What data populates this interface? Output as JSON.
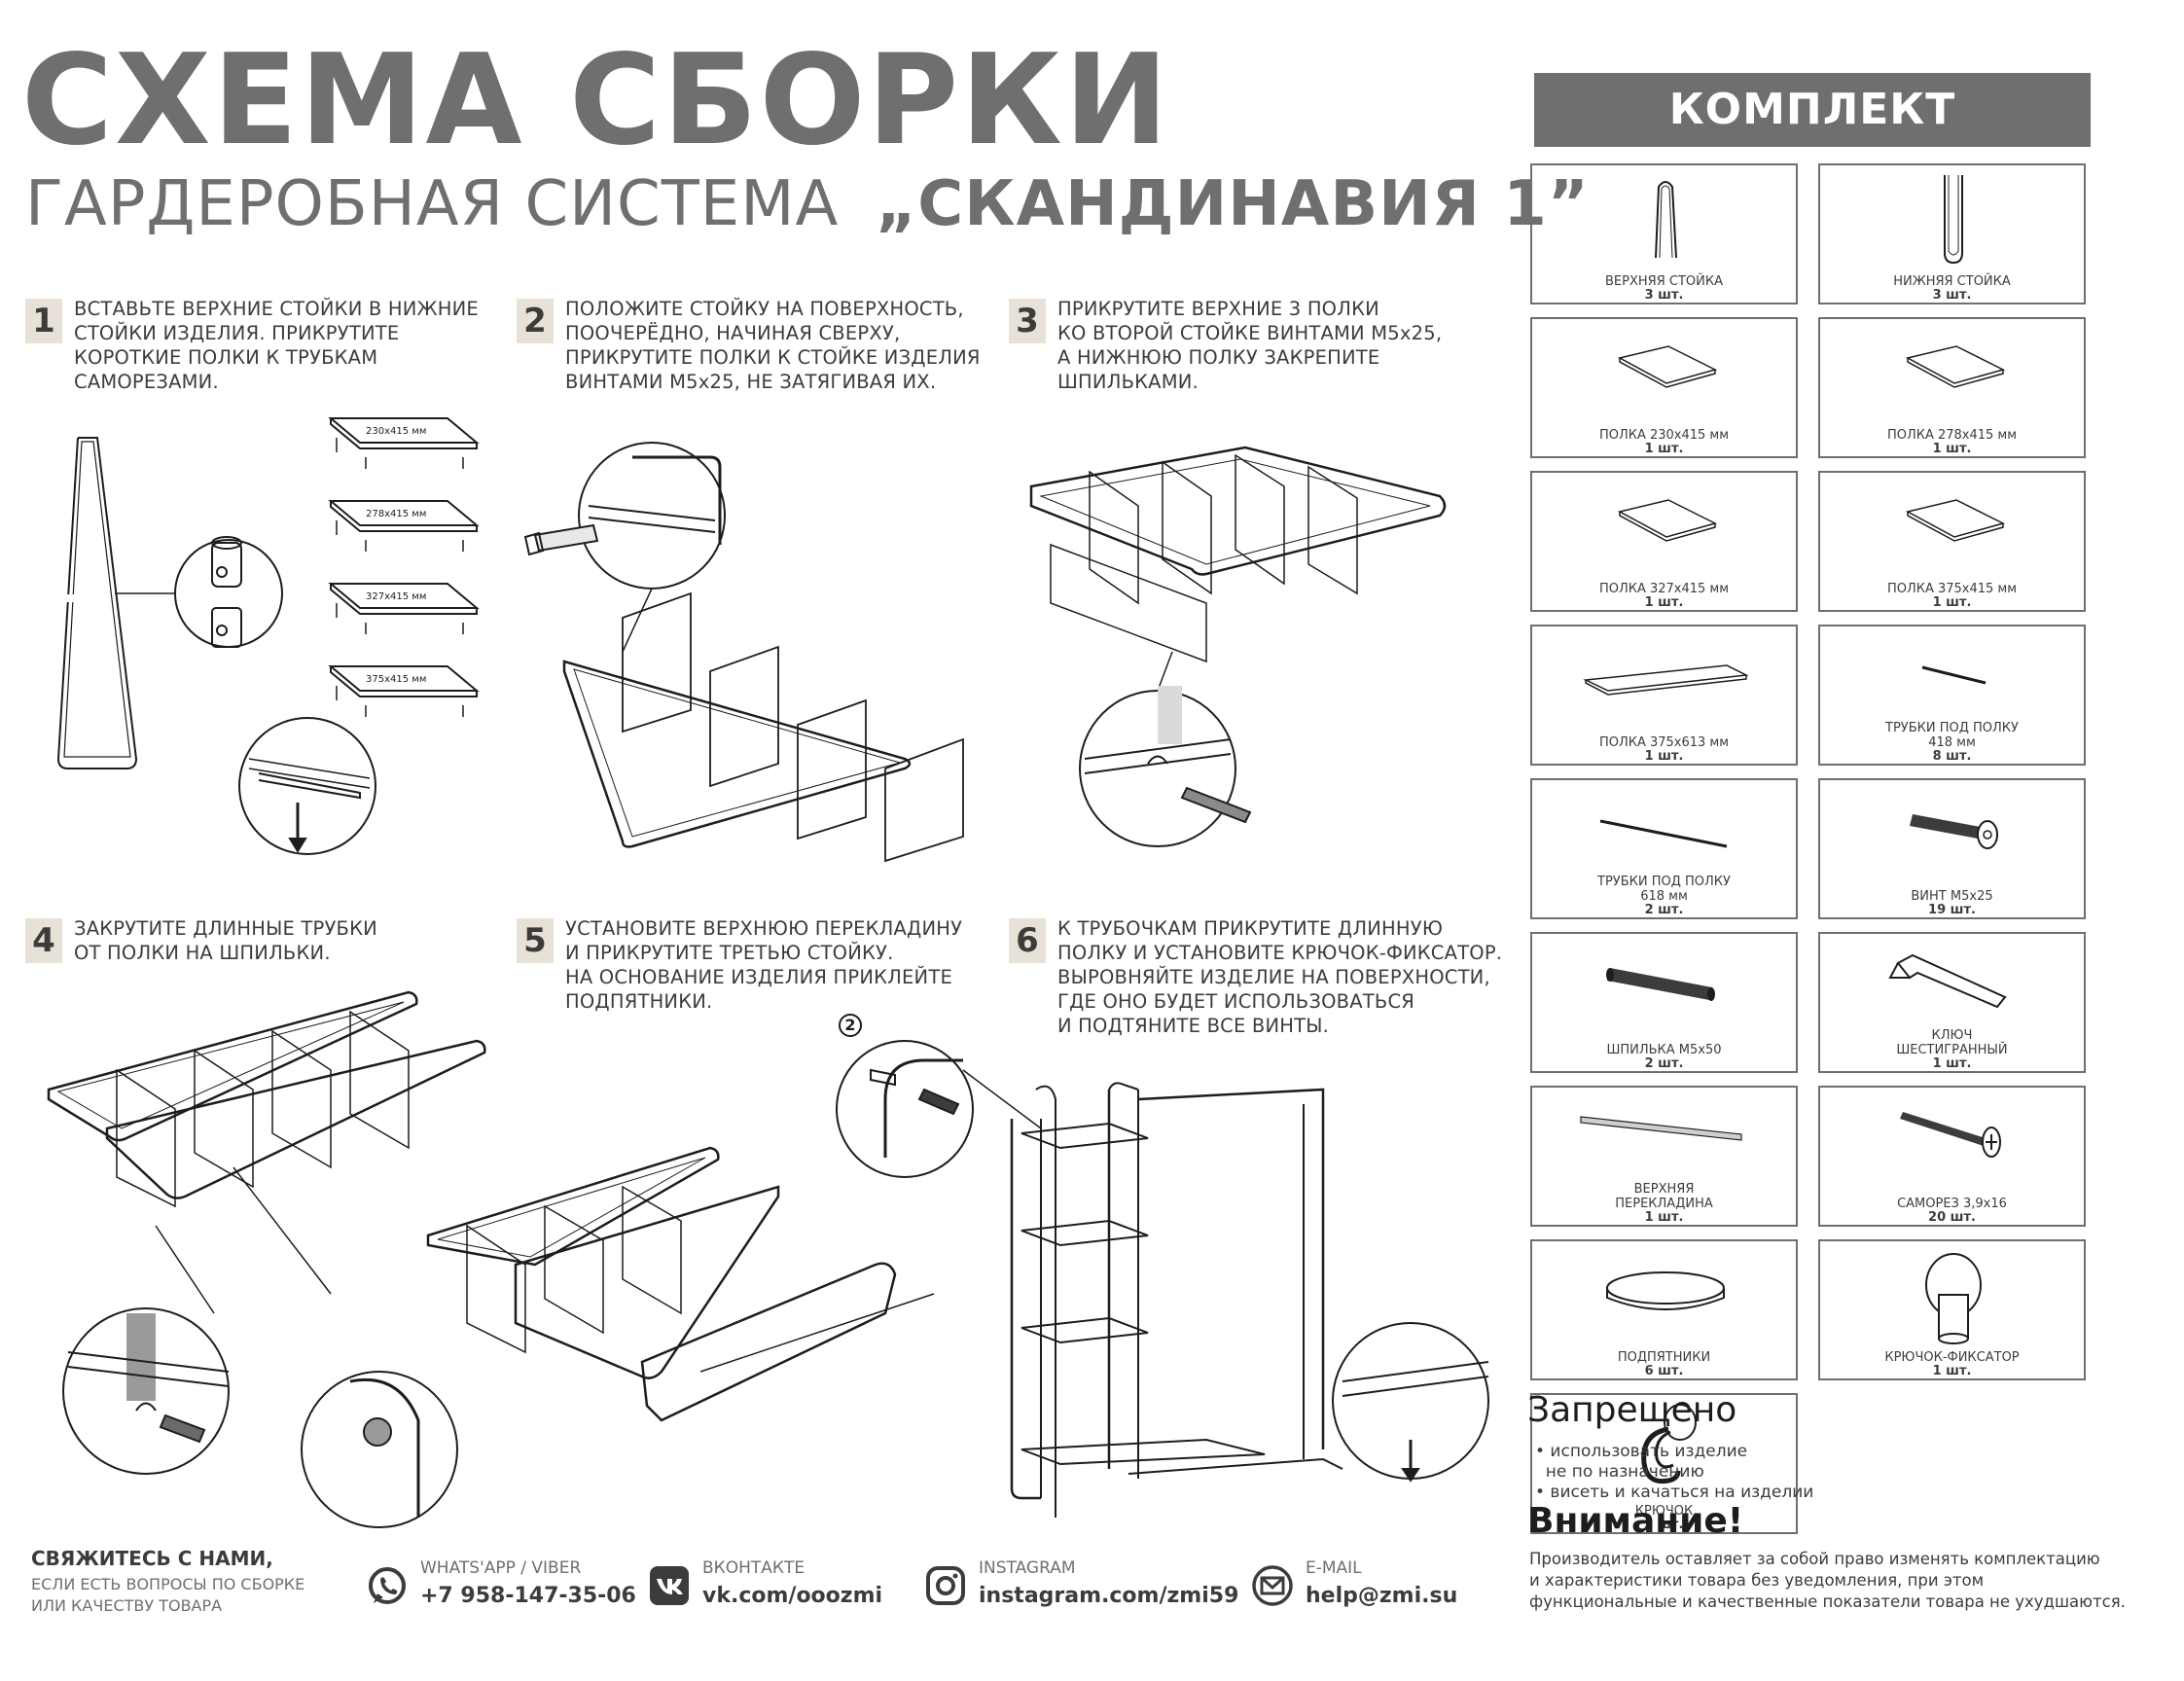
{
  "header": {
    "title": "СХЕМА СБОРКИ",
    "subtitle": "ГАРДЕРОБНАЯ СИСТЕМА",
    "product": "„СКАНДИНАВИЯ 1”"
  },
  "steps": [
    {
      "num": "1",
      "lines": [
        "ВСТАВЬТЕ ВЕРХНИЕ СТОЙКИ В НИЖНИЕ",
        "СТОЙКИ ИЗДЕЛИЯ. ПРИКРУТИТЕ",
        "КОРОТКИЕ ПОЛКИ К ТРУБКАМ",
        "САМОРЕЗАМИ."
      ]
    },
    {
      "num": "2",
      "lines": [
        "ПОЛОЖИТЕ СТОЙКУ НА ПОВЕРХНОСТЬ,",
        "ПООЧЕРЁДНО, НАЧИНАЯ СВЕРХУ,",
        "ПРИКРУТИТЕ ПОЛКИ К СТОЙКЕ ИЗДЕЛИЯ",
        "ВИНТАМИ М5х25, НЕ ЗАТЯГИВАЯ ИХ."
      ]
    },
    {
      "num": "3",
      "lines": [
        "ПРИКРУТИТЕ ВЕРХНИЕ 3 ПОЛКИ",
        "КО ВТОРОЙ СТОЙКЕ ВИНТАМИ М5х25,",
        "А НИЖНЮЮ ПОЛКУ ЗАКРЕПИТЕ",
        "ШПИЛЬКАМИ."
      ]
    },
    {
      "num": "4",
      "lines": [
        "ЗАКРУТИТЕ  ДЛИННЫЕ ТРУБКИ",
        "ОТ ПОЛКИ НА ШПИЛЬКИ."
      ]
    },
    {
      "num": "5",
      "lines": [
        "УСТАНОВИТЕ ВЕРХНЮЮ ПЕРЕКЛАДИНУ",
        "И ПРИКРУТИТЕ ТРЕТЬЮ СТОЙКУ.",
        "НА ОСНОВАНИЕ ИЗДЕЛИЯ ПРИКЛЕЙТЕ",
        "ПОДПЯТНИКИ."
      ]
    },
    {
      "num": "6",
      "lines": [
        "К ТРУБОЧКАМ ПРИКРУТИТЕ ДЛИННУЮ",
        "ПОЛКУ И УСТАНОВИТЕ КРЮЧОК-ФИКСАТОР.",
        "ВЫРОВНЯЙТЕ ИЗДЕЛИЕ НА ПОВЕРХНОСТИ,",
        "ГДЕ ОНО БУДЕТ ИСПОЛЬЗОВАТЬСЯ",
        "И ПОДТЯНИТЕ ВСЕ ВИНТЫ."
      ]
    }
  ],
  "diagram_labels": {
    "shelf1": "230х415 мм",
    "shelf2": "278х415 мм",
    "shelf3": "327х415 мм",
    "shelf4": "375х415 мм",
    "callout_num": "2"
  },
  "kit": {
    "title": "КОМПЛЕКТ ПОСТАВКИ",
    "items": [
      {
        "icon": "upper-post-icon",
        "label": [
          "ВЕРХНЯЯ СТОЙКА"
        ],
        "qty": "3 шт."
      },
      {
        "icon": "lower-post-icon",
        "label": [
          "НИЖНЯЯ СТОЙКА"
        ],
        "qty": "3 шт."
      },
      {
        "icon": "shelf-icon",
        "label": [
          "ПОЛКА 230х415 мм"
        ],
        "qty": "1 шт."
      },
      {
        "icon": "shelf-icon",
        "label": [
          "ПОЛКА 278х415 мм"
        ],
        "qty": "1 шт."
      },
      {
        "icon": "shelf-icon",
        "label": [
          "ПОЛКА 327х415 мм"
        ],
        "qty": "1 шт."
      },
      {
        "icon": "shelf-icon",
        "label": [
          "ПОЛКА 375х415 мм"
        ],
        "qty": "1 шт."
      },
      {
        "icon": "long-shelf-icon",
        "label": [
          "ПОЛКА 375х613 мм"
        ],
        "qty": "1 шт."
      },
      {
        "icon": "short-tube-icon",
        "label": [
          "ТРУБКИ ПОД ПОЛКУ",
          "418 мм"
        ],
        "qty": "8 шт."
      },
      {
        "icon": "long-tube-icon",
        "label": [
          "ТРУБКИ ПОД ПОЛКУ",
          "618 мм"
        ],
        "qty": "2 шт."
      },
      {
        "icon": "screw-m5-icon",
        "label": [
          "ВИНТ М5х25"
        ],
        "qty": "19 шт."
      },
      {
        "icon": "stud-icon",
        "label": [
          "ШПИЛЬКА М5х50"
        ],
        "qty": "2 шт."
      },
      {
        "icon": "hex-key-icon",
        "label": [
          "КЛЮЧ",
          "ШЕСТИГРАННЫЙ"
        ],
        "qty": "1 шт."
      },
      {
        "icon": "crossbar-icon",
        "label": [
          "ВЕРХНЯЯ",
          "ПЕРЕКЛАДИНА"
        ],
        "qty": "1 шт."
      },
      {
        "icon": "self-tapping-screw-icon",
        "label": [
          "САМОРЕЗ 3,9х16"
        ],
        "qty": "20 шт."
      },
      {
        "icon": "foot-pad-icon",
        "label": [
          "ПОДПЯТНИКИ"
        ],
        "qty": "6 шт."
      },
      {
        "icon": "hook-latch-icon",
        "label": [
          "КРЮЧОК-ФИКСАТОР"
        ],
        "qty": "1 шт."
      },
      {
        "icon": "hook-icon",
        "label": [
          "КРЮЧОК"
        ],
        "qty": "2 шт."
      }
    ]
  },
  "notices": {
    "forbidden_title": "Запрещено",
    "forbidden_items": [
      "• использовать изделие",
      "  не по назначению",
      "• висеть и качаться на изделии"
    ],
    "attention_title": "Внимание!",
    "attention_lines": [
      "Производитель оставляет за собой право изменять комплектацию",
      "и характеристики товара без уведомления, при этом",
      "функциональные и качественные показатели товара не ухудшаются."
    ]
  },
  "contacts": {
    "title": "СВЯЖИТЕСЬ С НАМИ,",
    "subtitle": [
      "ЕСЛИ ЕСТЬ ВОПРОСЫ ПО СБОРКЕ",
      "ИЛИ КАЧЕСТВУ ТОВАРА"
    ],
    "items": [
      {
        "icon": "whatsapp-icon",
        "label": "WHATS'APP / VIBER",
        "value": "+7 958-147-35-06"
      },
      {
        "icon": "vk-icon",
        "label": "ВКОНТАКТЕ",
        "value": "vk.com/ooozmi"
      },
      {
        "icon": "instagram-icon",
        "label": "INSTAGRAM",
        "value": "instagram.com/zmi59"
      },
      {
        "icon": "email-icon",
        "label": "E-MAIL",
        "value": "help@zmi.su"
      }
    ]
  }
}
